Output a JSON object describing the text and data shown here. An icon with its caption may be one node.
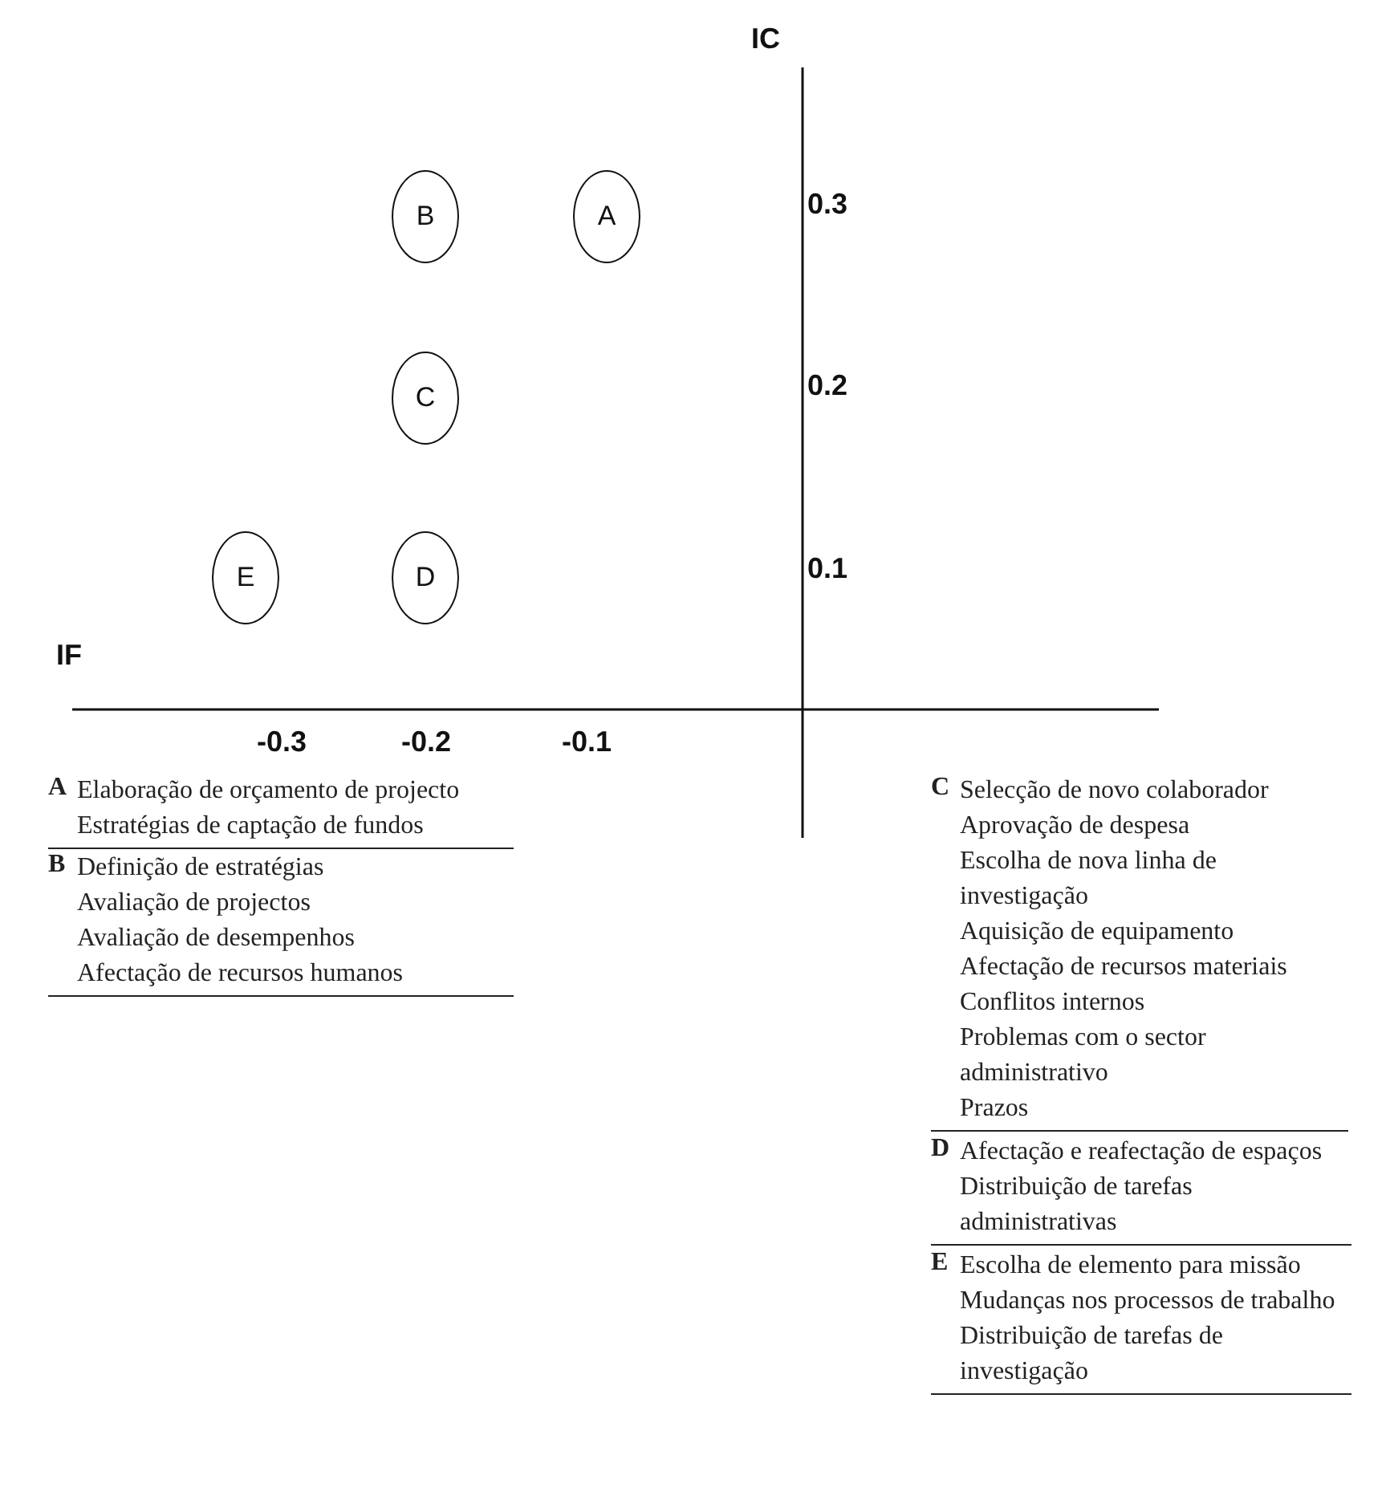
{
  "diagram": {
    "nodes": [
      {
        "text": [
          "B"
        ]
      },
      {
        "text": [
          "A"
        ]
      },
      {
        "text": [
          "C"
        ]
      },
      {
        "text": [
          "E"
        ]
      },
      {
        "text": [
          "D"
        ]
      }
    ],
    "labels": [
      "IC",
      "0.3",
      "0.2",
      "0.1",
      "IF",
      "-0.3",
      "-0.2",
      "-0.1",
      "A",
      "Elaboração de orçamento de projecto",
      "Estratégias de captação de fundos",
      "B",
      "Definição de estratégias",
      "Avaliação de projectos",
      "Avaliação de desempenhos",
      "Afectação de recursos humanos",
      "C",
      "Selecção de novo colaborador",
      "Aprovação de despesa",
      "Escolha de nova linha de investigação",
      "Aquisição de equipamento",
      "Afectação de recursos materiais",
      "Conflitos internos",
      "Problemas com o sector administrativo",
      "Prazos",
      "D",
      "Afectação e reafectação de espaços",
      "Distribuição de tarefas administrativas",
      "E",
      "Escolha de elemento para missão",
      "Mudanças nos processos de trabalho",
      "Distribuição de tarefas de investigação"
    ]
  }
}
